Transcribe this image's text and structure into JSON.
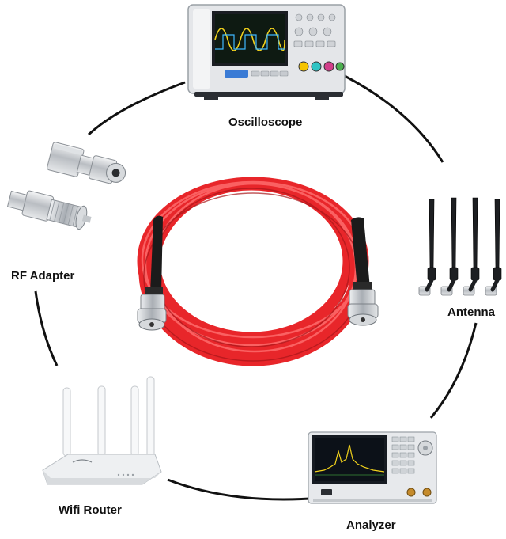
{
  "labels": {
    "oscilloscope": "Oscilloscope",
    "rf_adapter": "RF Adapter",
    "antenna": "Antenna",
    "wifi_router": "Wifi Router",
    "analyzer": "Analyzer"
  },
  "colors": {
    "cable_red": "#e8262a",
    "cable_highlight": "#ff6a6a",
    "boot_black": "#1b1b1b",
    "connector_silver": "#c9ccd0",
    "circle_line": "#111111",
    "instrument_body": "#e9ebee",
    "screen_dark": "#111820"
  },
  "icons": {
    "oscilloscope": "oscilloscope-icon",
    "rf_adapter": "rf-adapter-icon",
    "antenna": "antenna-icon",
    "wifi_router": "wifi-router-icon",
    "analyzer": "spectrum-analyzer-icon",
    "cable": "bnc-cable-icon"
  }
}
